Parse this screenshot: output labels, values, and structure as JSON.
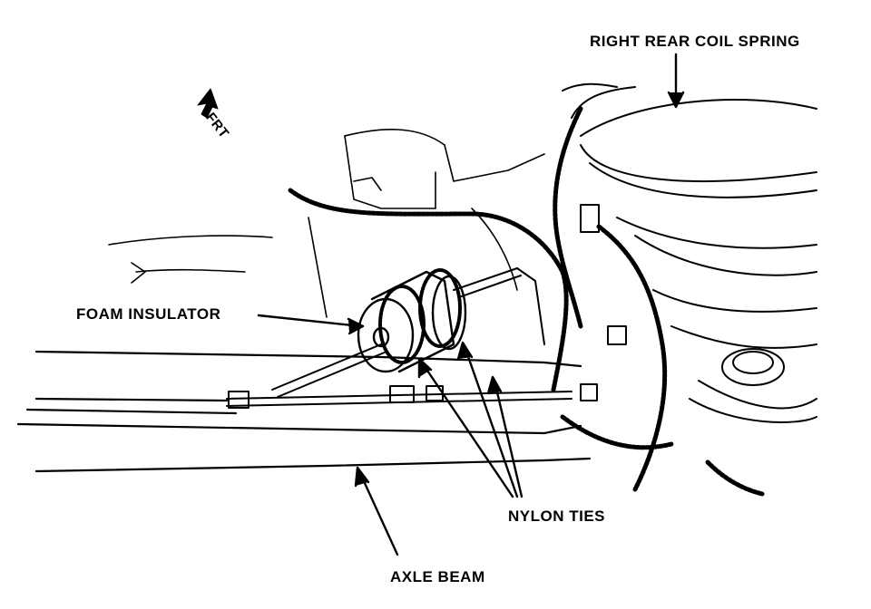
{
  "diagram": {
    "labels": {
      "spring": "RIGHT REAR COIL SPRING",
      "foam": "FOAM INSULATOR",
      "ties": "NYLON TIES",
      "axle": "AXLE BEAM",
      "front": "FRT"
    },
    "colors": {
      "ink": "#000000",
      "paper": "#ffffff"
    },
    "icons": [
      "front-direction-arrow-icon"
    ]
  }
}
